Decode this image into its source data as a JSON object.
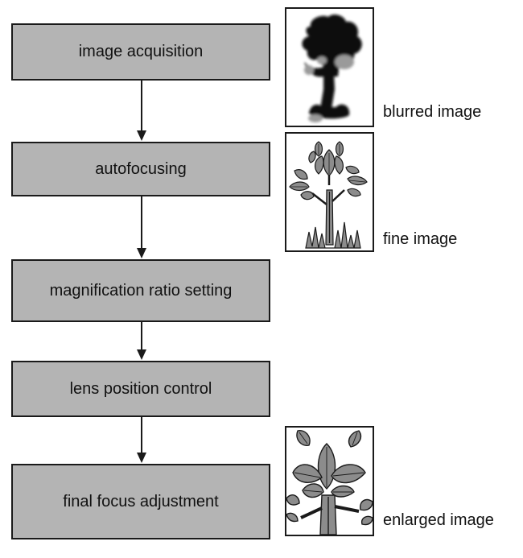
{
  "steps": [
    {
      "label": "image acquisition"
    },
    {
      "label": "autofocusing"
    },
    {
      "label": "magnification ratio setting"
    },
    {
      "label": "lens position control"
    },
    {
      "label": "final focus adjustment"
    }
  ],
  "panels": [
    {
      "caption": "blurred image",
      "icon": "blurred-tree-icon"
    },
    {
      "caption": "fine image",
      "icon": "sharp-tree-icon"
    },
    {
      "caption": "enlarged image",
      "icon": "enlarged-tree-icon"
    }
  ],
  "colors": {
    "box_fill": "#b4b4b4",
    "border": "#1a1a1a",
    "blur_dark": "#0a0a0a",
    "blur_light": "#9a9a9a",
    "leaf_fill": "#8c8c8c"
  }
}
